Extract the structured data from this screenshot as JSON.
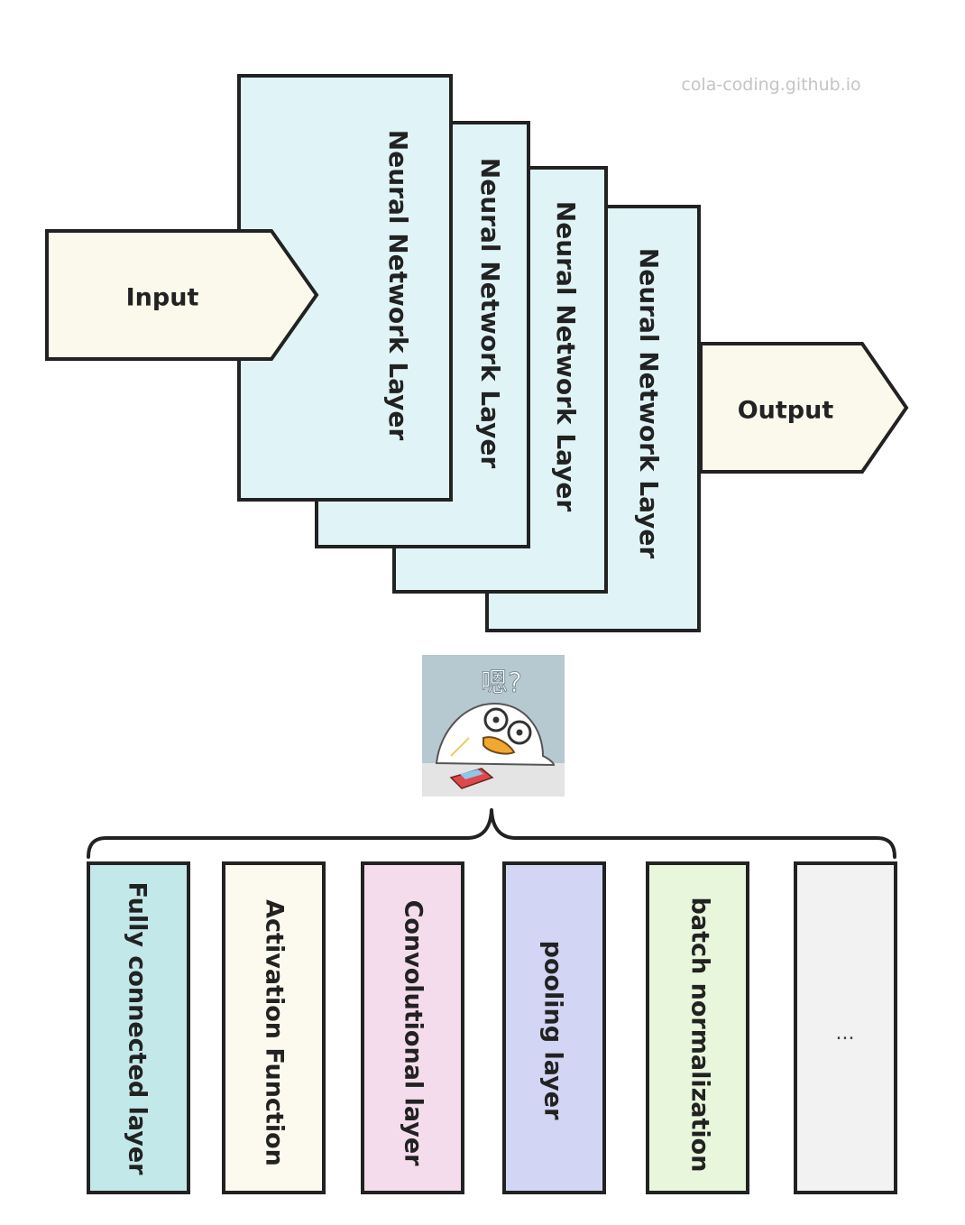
{
  "watermark": "cola-coding.github.io",
  "input_label": "Input",
  "output_label": "Output",
  "layers": [
    "Neural Network Layer",
    "Neural Network Layer",
    "Neural Network Layer",
    "Neural Network Layer"
  ],
  "components": [
    {
      "label": "Fully connected layer",
      "color": "#c3e8ea"
    },
    {
      "label": "Activation Function",
      "color": "#fcfaee"
    },
    {
      "label": "Convolutional layer",
      "color": "#f5dcec"
    },
    {
      "label": "pooling layer",
      "color": "#d3d5f4"
    },
    {
      "label": "batch normalization",
      "color": "#e8f6dc"
    },
    {
      "label": "...",
      "color": "#f2f2f2"
    }
  ],
  "sticker_text": "嗯?",
  "colors": {
    "layer_fill": "#e0f4f7",
    "arrow_fill": "#fbf9ec",
    "stroke": "#222222",
    "sticker_bg": "#b6c8d0",
    "sticker_floor": "#e4e4e4",
    "duck_beak": "#f0a830"
  }
}
